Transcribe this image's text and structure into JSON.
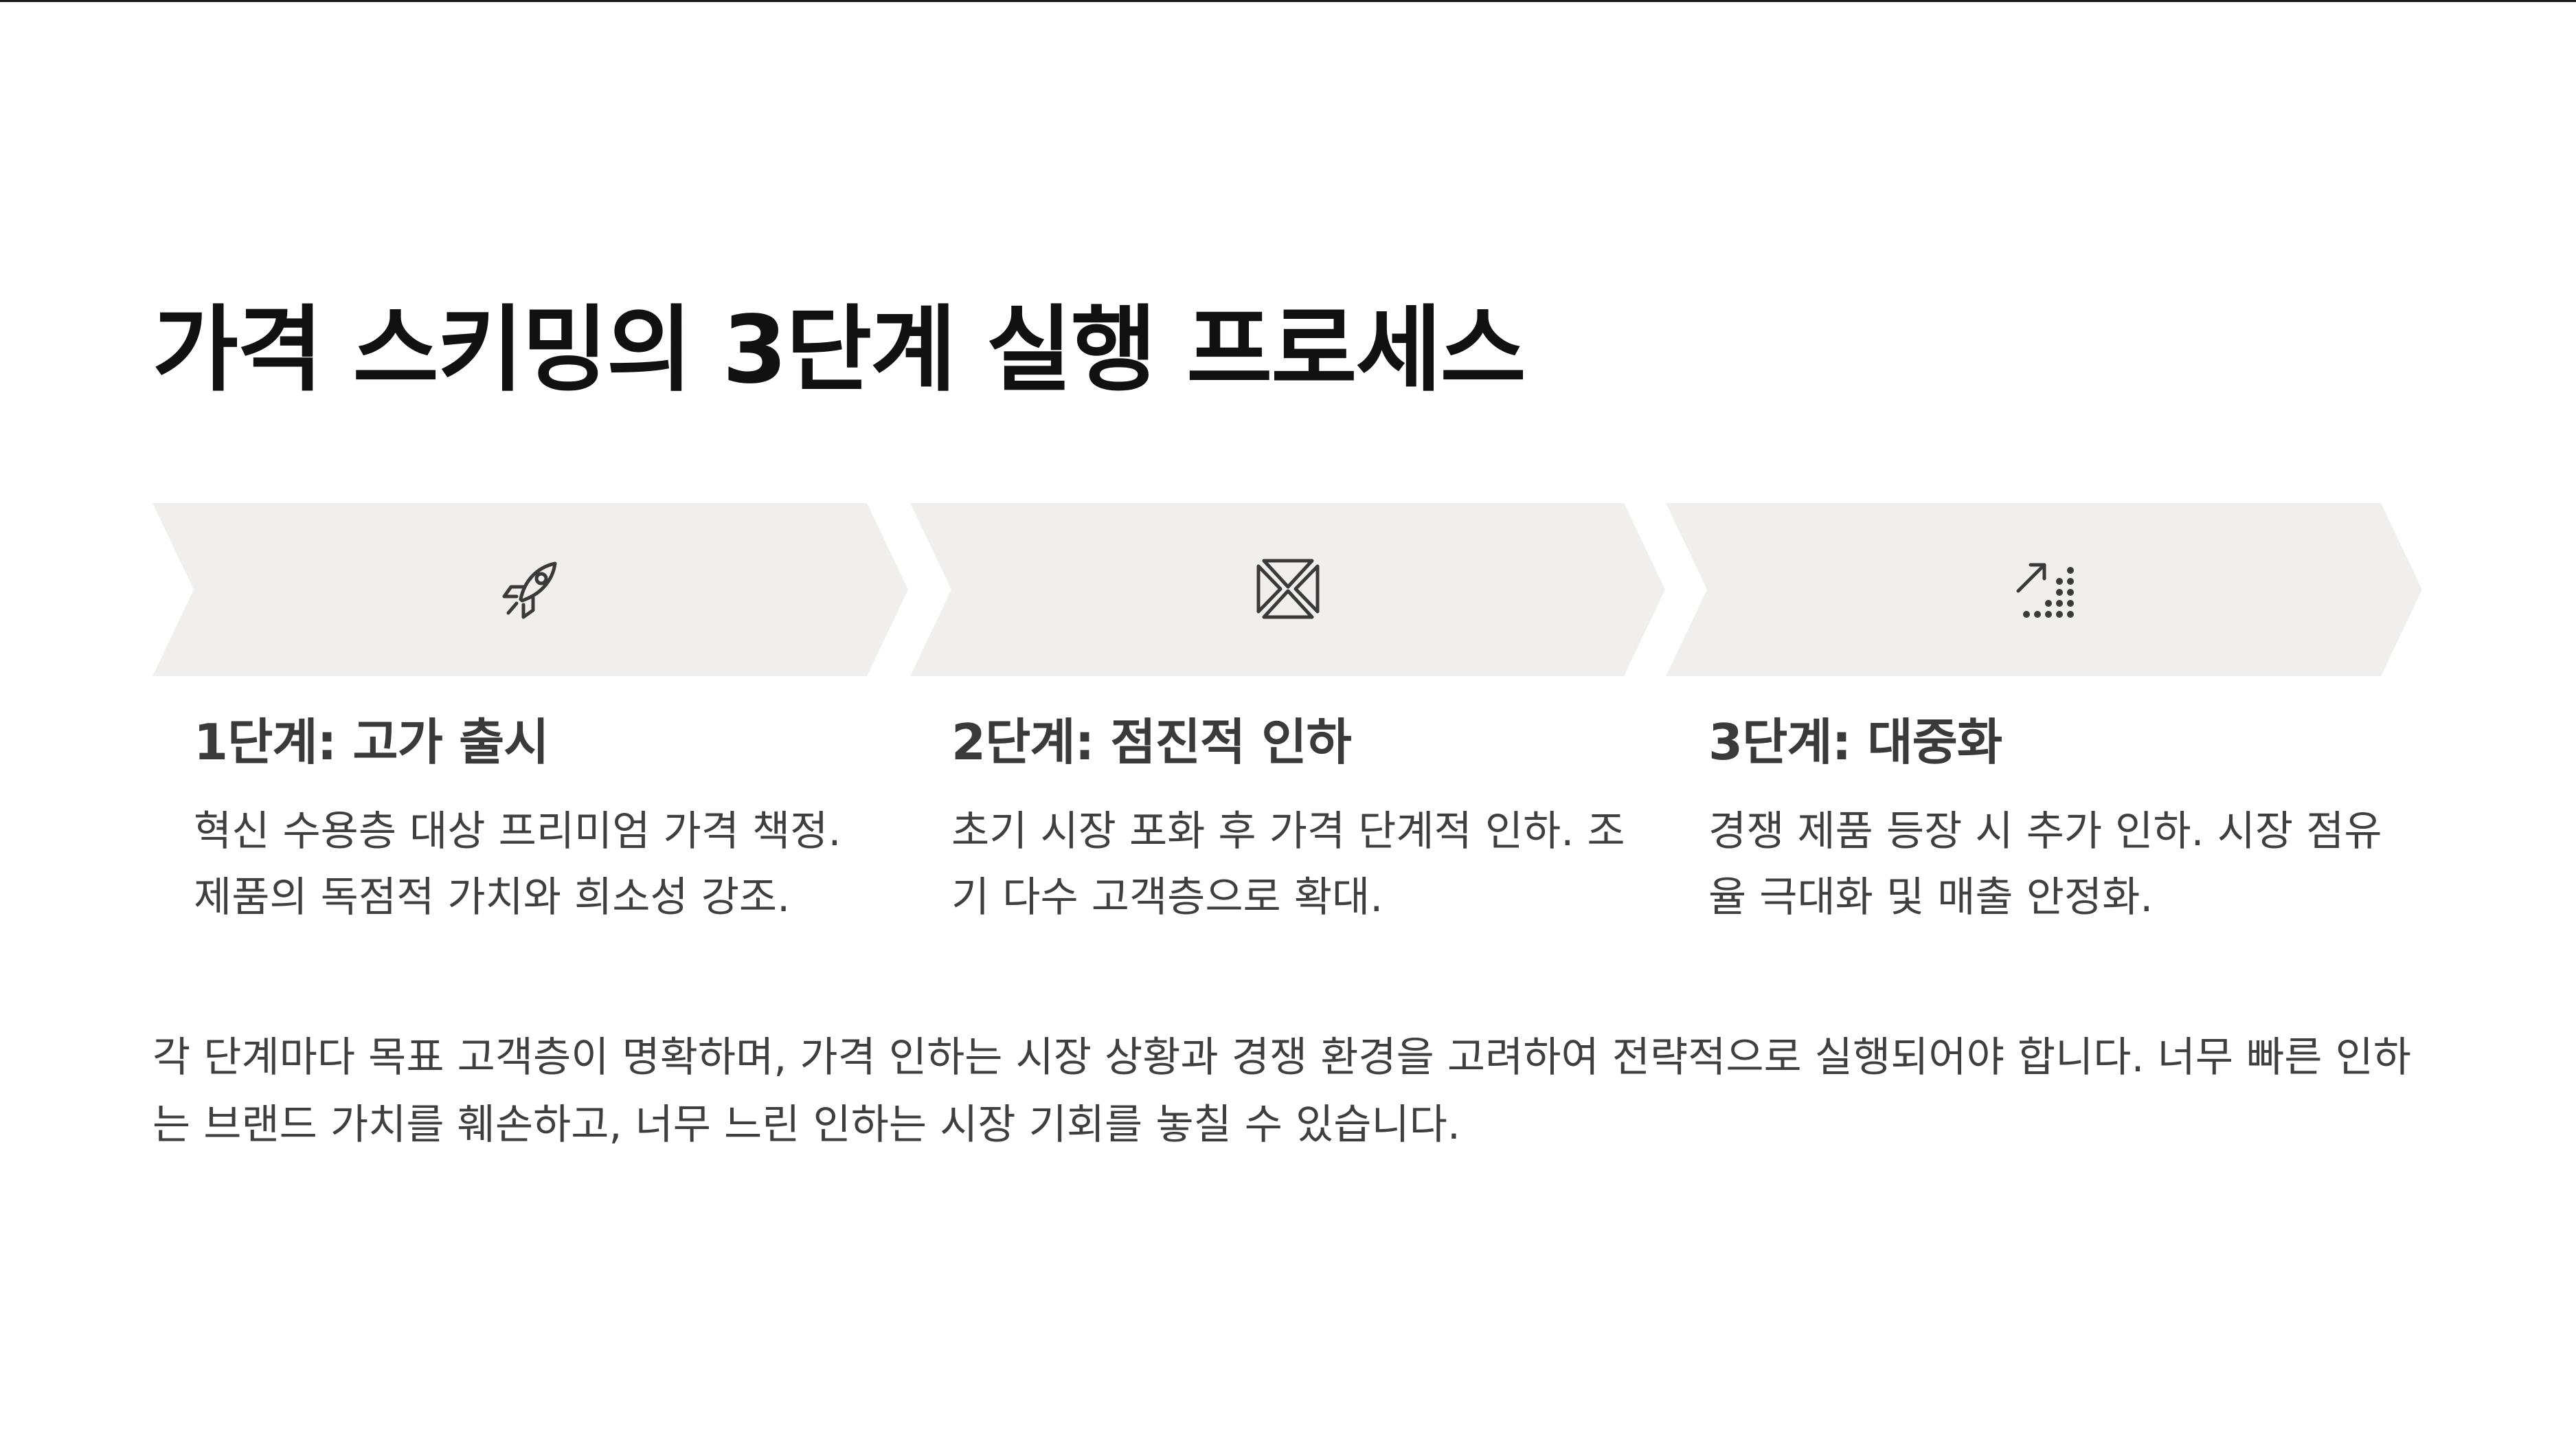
{
  "slide": {
    "title": "가격 스키밍의 3단계 실행 프로세스",
    "accent_color": "#f1efed",
    "steps": [
      {
        "icon": "rocket-icon",
        "title": "1단계: 고가 출시",
        "description": "혁신 수용층 대상 프리미엄 가격 책정. 제품의 독점적 가치와 희소성 강조."
      },
      {
        "icon": "hourglass-arrows-icon",
        "title": "2단계: 점진적 인하",
        "description": "초기 시장 포화 후 가격 단계적 인하. 조기 다수 고객층으로 확대."
      },
      {
        "icon": "growth-dots-icon",
        "title": "3단계: 대중화",
        "description": "경쟁 제품 등장 시 추가 인하. 시장 점유율 극대화 및 매출 안정화."
      }
    ],
    "summary": "각 단계마다 목표 고객층이 명확하며, 가격 인하는 시장 상황과 경쟁 환경을 고려하여 전략적으로 실행되어야 합니다. 너무 빠른 인하는 브랜드 가치를 훼손하고, 너무 느린 인하는 시장 기회를 놓칠 수 있습니다."
  }
}
